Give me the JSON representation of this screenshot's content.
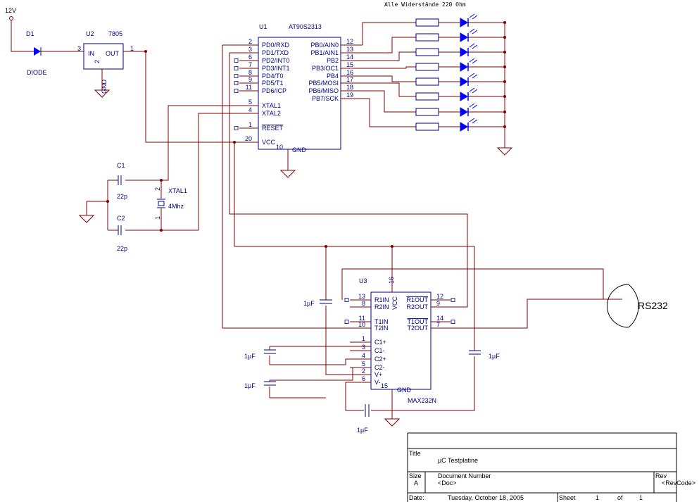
{
  "header": {
    "note": "Alle Widerstände 220 Ohm"
  },
  "power": {
    "label": "12V"
  },
  "d1": {
    "ref": "D1",
    "value": "DIODE"
  },
  "u2": {
    "ref": "U2",
    "value": "7805",
    "in": "IN",
    "out": "OUT",
    "gnd": "GND",
    "pin_in": "3",
    "pin_out": "1",
    "pin_gnd": "2"
  },
  "u1": {
    "ref": "U1",
    "value": "AT90S2313",
    "left_pins": [
      {
        "num": "2",
        "name": "PD0/RXD"
      },
      {
        "num": "3",
        "name": "PD1/TXD"
      },
      {
        "num": "6",
        "name": "PD2/INT0"
      },
      {
        "num": "7",
        "name": "PD3/INT1"
      },
      {
        "num": "8",
        "name": "PD4/T0"
      },
      {
        "num": "9",
        "name": "PD5/T1"
      },
      {
        "num": "11",
        "name": "PD6/ICP"
      },
      {
        "num": "5",
        "name": "XTAL1"
      },
      {
        "num": "4",
        "name": "XTAL2"
      },
      {
        "num": "1",
        "name": "RESET"
      },
      {
        "num": "20",
        "name": "VCC"
      }
    ],
    "right_pins": [
      {
        "num": "12",
        "name": "PB0/AIN0"
      },
      {
        "num": "13",
        "name": "PB1/AIN1"
      },
      {
        "num": "14",
        "name": "PB2"
      },
      {
        "num": "15",
        "name": "PB3/OC1"
      },
      {
        "num": "16",
        "name": "PB4"
      },
      {
        "num": "17",
        "name": "PB5/MOSI"
      },
      {
        "num": "18",
        "name": "PB6/MISO"
      },
      {
        "num": "19",
        "name": "PB7/SCK"
      }
    ],
    "gnd_pin": "10",
    "gnd_name": "GND"
  },
  "c1": {
    "ref": "C1",
    "value": "22p"
  },
  "c2": {
    "ref": "C2",
    "value": "22p"
  },
  "xtal1": {
    "ref": "XTAL1",
    "value": "4Mhz",
    "pin2": "2",
    "pin1": "1"
  },
  "u3": {
    "ref": "U3",
    "value": "MAX232N",
    "vcc": "VCC",
    "vcc_pin": "16",
    "gnd": "GND",
    "gnd_pin": "15",
    "left_pins": [
      {
        "num": "13",
        "name": "R1IN"
      },
      {
        "num": "8",
        "name": "R2IN"
      },
      {
        "num": "11",
        "name": "T1IN"
      },
      {
        "num": "10",
        "name": "T2IN"
      },
      {
        "num": "1",
        "name": "C1+"
      },
      {
        "num": "3",
        "name": "C1-"
      },
      {
        "num": "4",
        "name": "C2+"
      },
      {
        "num": "5",
        "name": "C2-"
      },
      {
        "num": "2",
        "name": "V+"
      },
      {
        "num": "6",
        "name": "V-"
      }
    ],
    "right_pins": [
      {
        "num": "12",
        "name": "R1OUT"
      },
      {
        "num": "9",
        "name": "R2OUT"
      },
      {
        "num": "14",
        "name": "T1OUT"
      },
      {
        "num": "7",
        "name": "T2OUT"
      }
    ]
  },
  "caps_1uf": "1µF",
  "connector": {
    "label": "RS232"
  },
  "title_block": {
    "title_label": "Title",
    "title": "µC Testplatine",
    "size_label": "Size",
    "size": "A",
    "docnum_label": "Document Number",
    "doc": "<Doc>",
    "rev_label": "Rev",
    "rev": "<RevCode>",
    "date_label": "Date:",
    "date": "Tuesday, October 18, 2005",
    "sheet_label": "Sheet",
    "sheet": "1",
    "of_label": "of",
    "sheets": "1"
  }
}
